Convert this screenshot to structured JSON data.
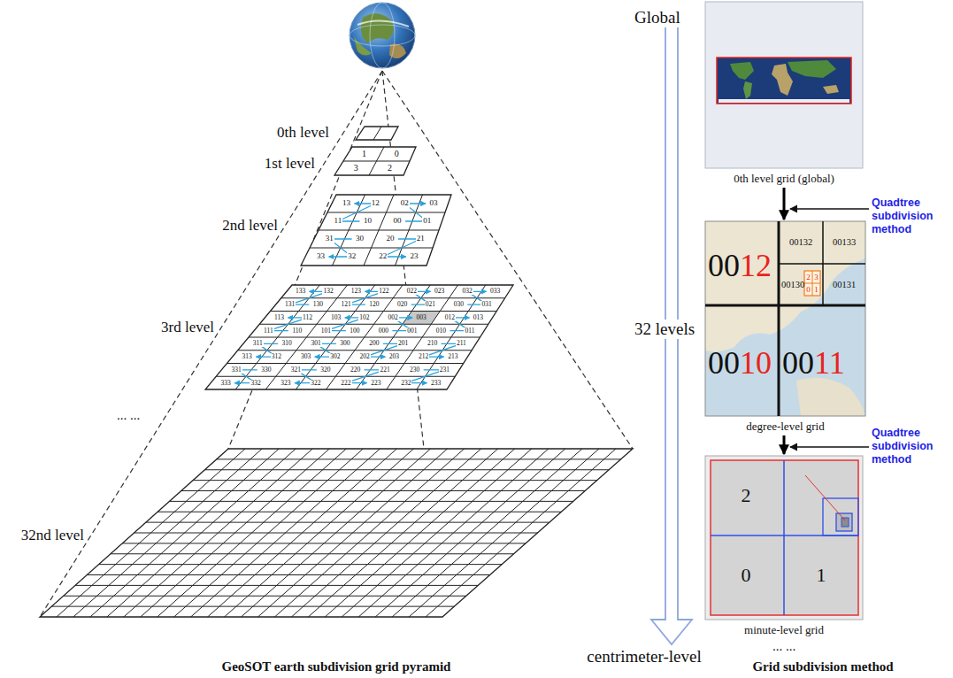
{
  "diagram": {
    "nodes": [
      {
        "text": [
          "0th level grid (global)"
        ]
      },
      {
        "text": [
          "degree-level grid"
        ]
      },
      {
        "text": [
          "minute-level grid"
        ]
      }
    ],
    "edges": [
      {
        "from": 0,
        "to": 1,
        "arrow": "to"
      },
      {
        "from": 1,
        "to": 2,
        "arrow": "to"
      }
    ],
    "labels": [
      "0th level",
      "1st level",
      "2nd level",
      "3rd level",
      "... ...",
      "32nd level",
      "1",
      "0",
      "3",
      "2",
      "13",
      "12",
      "02",
      "03",
      "11",
      "10",
      "00",
      "01",
      "31",
      "30",
      "20",
      "21",
      "33",
      "32",
      "22",
      "23",
      "133",
      "132",
      "123",
      "122",
      "022",
      "023",
      "032",
      "033",
      "131",
      "130",
      "121",
      "120",
      "020",
      "021",
      "030",
      "031",
      "113",
      "112",
      "103",
      "102",
      "002",
      "003",
      "012",
      "013",
      "111",
      "110",
      "101",
      "100",
      "000",
      "001",
      "010",
      "011",
      "311",
      "310",
      "301",
      "300",
      "200",
      "201",
      "210",
      "211",
      "313",
      "312",
      "303",
      "302",
      "202",
      "203",
      "212",
      "213",
      "331",
      "330",
      "321",
      "320",
      "220",
      "221",
      "230",
      "231",
      "333",
      "332",
      "323",
      "322",
      "222",
      "223",
      "232",
      "233",
      "GeoSOT earth subdivision grid pyramid",
      "Global",
      "Quadtree subdivision method",
      "00",
      "12",
      "00132",
      "00133",
      "00130",
      "2",
      "3",
      "0",
      "1",
      "00131",
      "00",
      "10",
      "00",
      "11",
      "32 levels",
      "Quadtree subdivision method",
      "2",
      "0",
      "1",
      "... ...",
      "centrimeter-level",
      "Grid subdivision method"
    ]
  }
}
